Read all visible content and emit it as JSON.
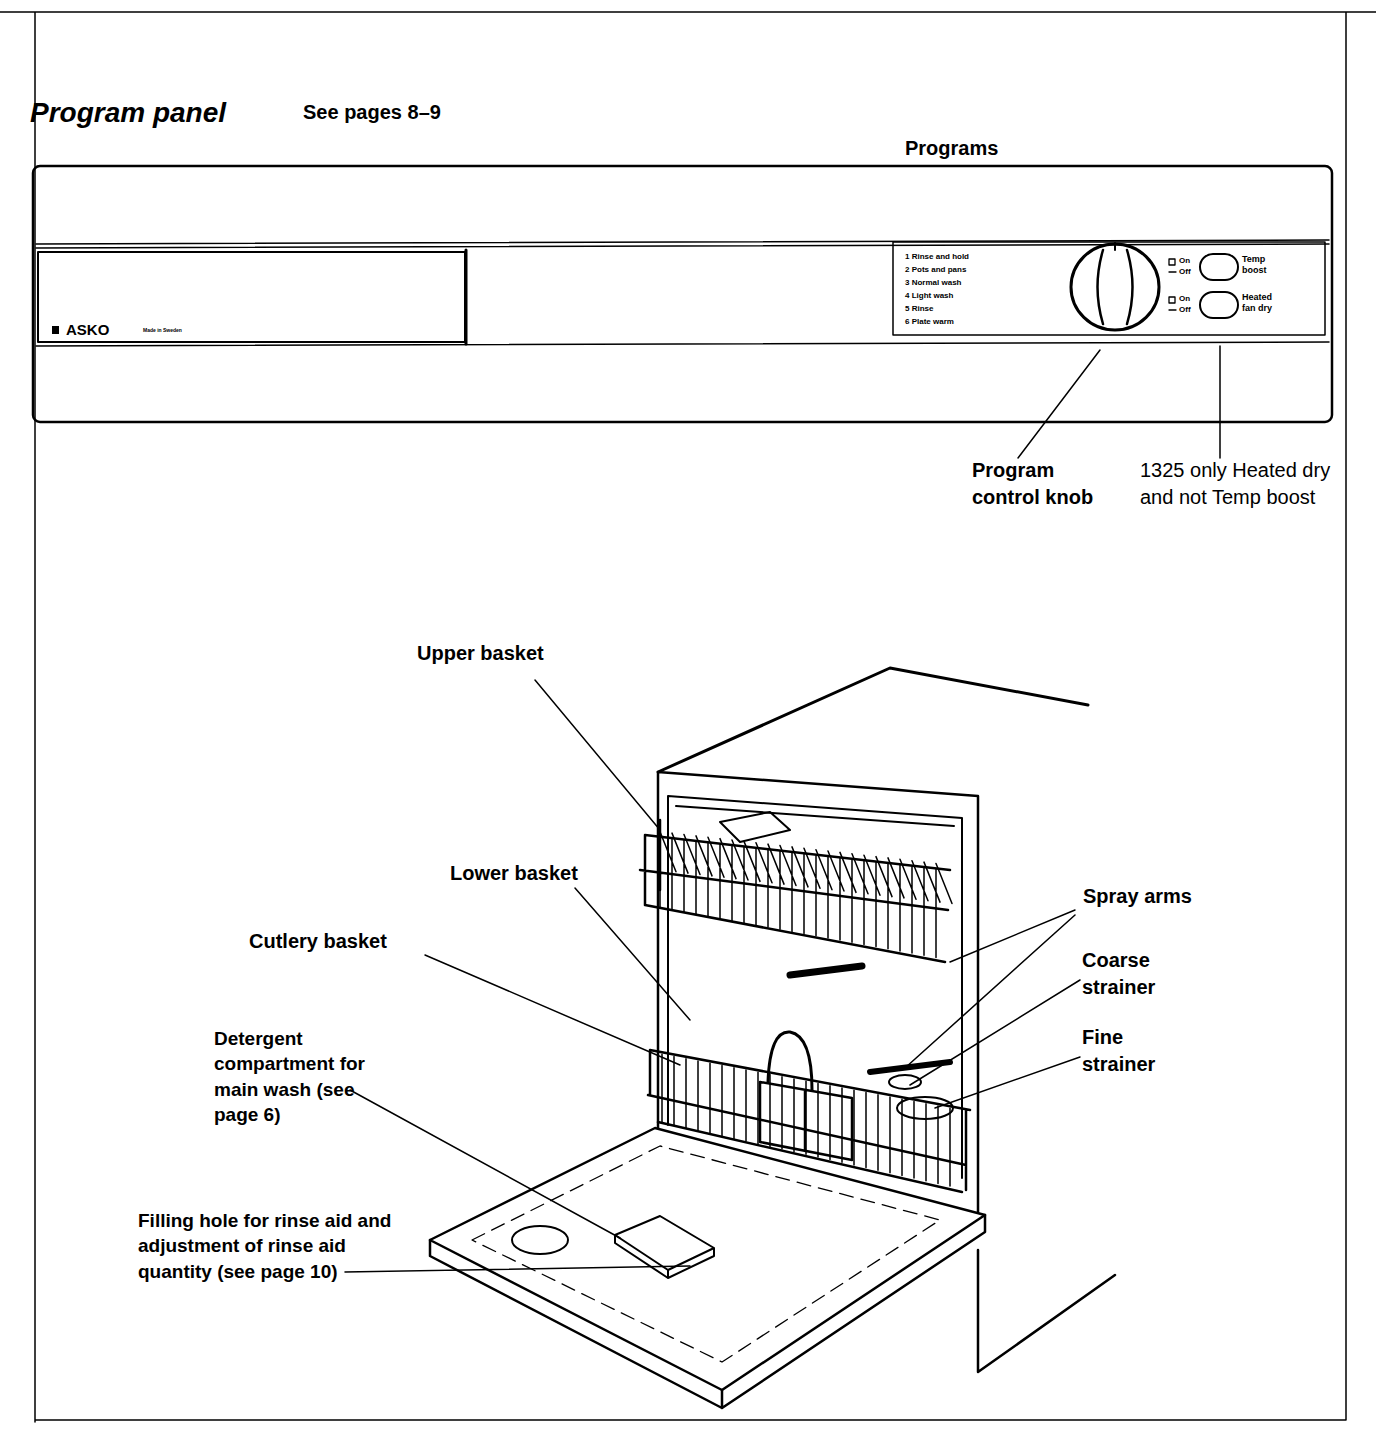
{
  "diagram": {
    "title": "Program panel",
    "labels": [
      "See pages 8–9",
      "Programs",
      "1 Rinse and hold",
      "2 Pots and pans",
      "3 Normal wash",
      "4 Light wash",
      "5 Rinse",
      "6 Plate warm",
      "On",
      "Off",
      "Temp boost",
      "On",
      "Off",
      "Heated fan dry",
      "ASKO",
      "Made in Sweden",
      "Program control knob",
      "1325 only Heated dry and not Temp boost",
      "Upper basket",
      "Lower basket",
      "Cutlery basket",
      "Detergent compartment for main wash (see page 6)",
      "Spray arms",
      "Coarse strainer",
      "Fine strainer",
      "Filling hole for rinse aid and adjustment of rinse aid quantity (see page 10)"
    ]
  }
}
